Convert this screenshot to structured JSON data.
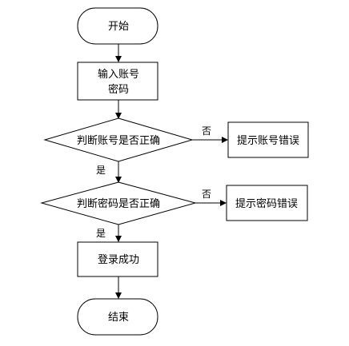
{
  "nodes": {
    "start": "开始",
    "input_line1": "输入账号",
    "input_line2": "密码",
    "check_account": "判断账号是否正确",
    "account_error": "提示账号错误",
    "check_password": "判断密码是否正确",
    "password_error": "提示密码错误",
    "login_success": "登录成功",
    "end": "结束"
  },
  "edges": {
    "account_no": "否",
    "account_yes": "是",
    "password_no": "否",
    "password_yes": "是"
  }
}
